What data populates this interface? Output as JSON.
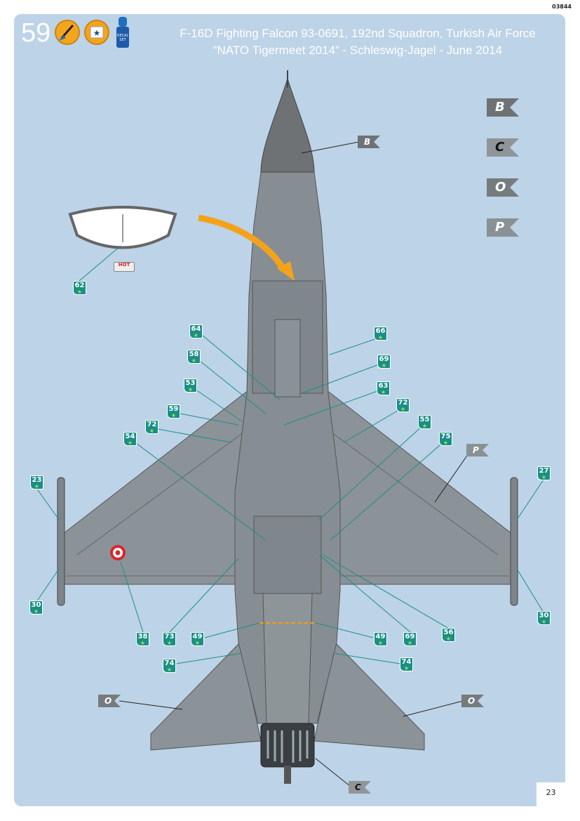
{
  "header": {
    "code": "03844",
    "step_number": "59",
    "icons": [
      "paint-brush-icon",
      "decal-water-icon",
      "decal-softener-bottle-icon"
    ],
    "bottle_label": "DECAL SET",
    "title_line1": "F-16D Fighting Falcon 93-0691, 192nd Squadron, Turkish Air Force",
    "title_line2": "“NATO Tigermeet 2014” - Schleswig-Jagel - June 2014"
  },
  "paint_legend": [
    {
      "letter": "B",
      "color": "#6e7275",
      "text_color": "#ffffff"
    },
    {
      "letter": "C",
      "color": "#8f9598",
      "text_color": "#111111"
    },
    {
      "letter": "O",
      "color": "#767b7e",
      "text_color": "#ffffff"
    },
    {
      "letter": "P",
      "color": "#8a9194",
      "text_color": "#ffffff"
    }
  ],
  "detail": {
    "hot_label": "HOT"
  },
  "decals": [
    "62",
    "64",
    "66",
    "58",
    "69",
    "53",
    "63",
    "59",
    "72",
    "72",
    "55",
    "54",
    "75",
    "23",
    "27",
    "30",
    "30",
    "38",
    "73",
    "49",
    "49",
    "69",
    "56",
    "74",
    "74"
  ],
  "page_number": "23"
}
